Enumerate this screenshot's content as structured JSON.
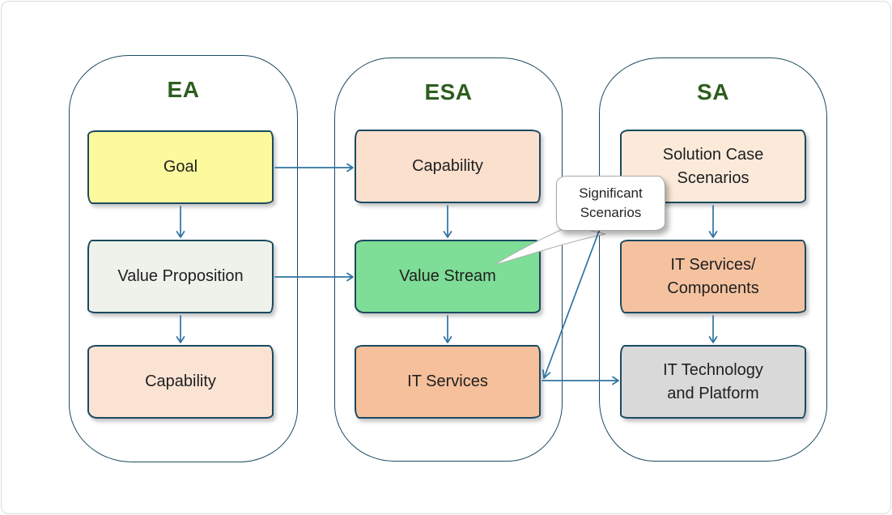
{
  "diagram": {
    "columns": [
      {
        "title": "EA",
        "boxes": [
          {
            "label": "Goal",
            "fill": "#fdfa9d"
          },
          {
            "label": "Value Proposition",
            "fill": "#eef2ea"
          },
          {
            "label": "Capability",
            "fill": "#fbe3d4"
          }
        ]
      },
      {
        "title": "ESA",
        "boxes": [
          {
            "label": "Capability",
            "fill": "#fbe0ce"
          },
          {
            "label": "Value Stream",
            "fill": "#7edd96"
          },
          {
            "label": "IT Services",
            "fill": "#f5c09b"
          }
        ]
      },
      {
        "title": "SA",
        "boxes": [
          {
            "label": "Solution Case\nScenarios",
            "fill": "#fbeada"
          },
          {
            "label": "IT Services/\nComponents",
            "fill": "#f5c2a0"
          },
          {
            "label": "IT Technology\nand Platform",
            "fill": "#d9d9d9"
          }
        ]
      }
    ],
    "callout": {
      "text": "Significant\nScenarios"
    },
    "edges": [
      {
        "from": "EA.Goal",
        "to": "ESA.Capability"
      },
      {
        "from": "EA.Goal",
        "to": "EA.Value Proposition"
      },
      {
        "from": "EA.Value Proposition",
        "to": "ESA.Value Stream"
      },
      {
        "from": "EA.Value Proposition",
        "to": "EA.Capability"
      },
      {
        "from": "ESA.Capability",
        "to": "ESA.Value Stream"
      },
      {
        "from": "ESA.Value Stream",
        "to": "ESA.IT Services"
      },
      {
        "from": "SA.Solution Case Scenarios",
        "to": "SA.IT Services/Components"
      },
      {
        "from": "SA.IT Services/Components",
        "to": "SA.IT Technology and Platform"
      },
      {
        "from": "ESA.IT Services",
        "to": "SA.IT Technology and Platform"
      },
      {
        "from": "SA.Solution Case Scenarios",
        "to": "ESA.IT Services"
      }
    ],
    "colors": {
      "header_text": "#2d5e1e",
      "box_border": "#1b4a61",
      "container_border": "#1d4a5e",
      "arrow": "#2e74a1",
      "callout_border": "#a8a8a8",
      "callout_background": "#ffffff",
      "label_text": "#1f1f1f"
    }
  }
}
